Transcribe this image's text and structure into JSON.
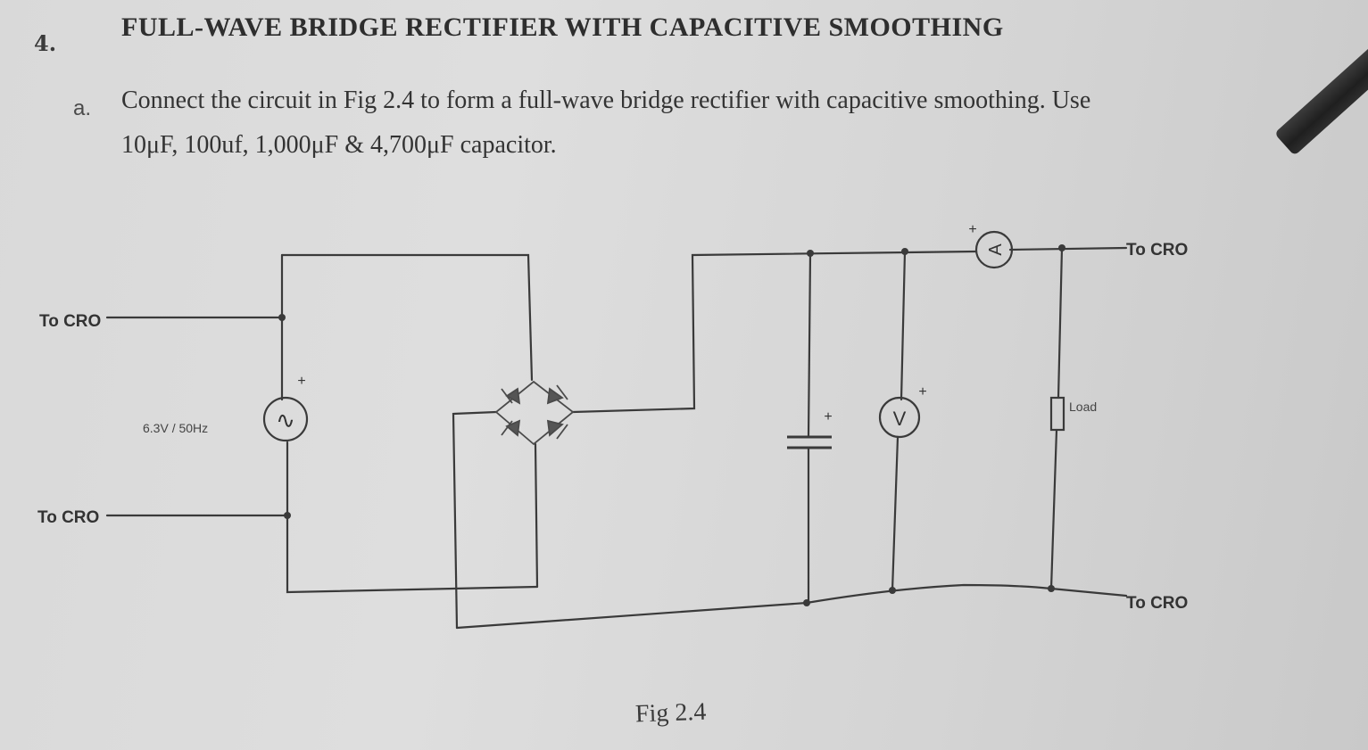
{
  "question": {
    "number": "4.",
    "title": "FULL-WAVE BRIDGE RECTIFIER WITH CAPACITIVE SMOOTHING"
  },
  "part_a": {
    "label": "a.",
    "line1": "Connect the circuit in Fig 2.4 to form a full-wave bridge rectifier with capacitive smoothing. Use",
    "line2": "10μF, 100uf, 1,000μF & 4,700μF capacitor."
  },
  "circuit": {
    "left_cro_top": "To CRO",
    "left_cro_bottom": "To CRO",
    "right_cro_top": "To CRO",
    "right_cro_bottom": "To CRO",
    "source_label": "6.3V / 50Hz",
    "source_symbol": "∿",
    "ammeter_symbol": "A",
    "voltmeter_symbol": "V",
    "load_label": "Load",
    "plus": "+"
  },
  "figure": {
    "caption": "Fig 2.4"
  }
}
